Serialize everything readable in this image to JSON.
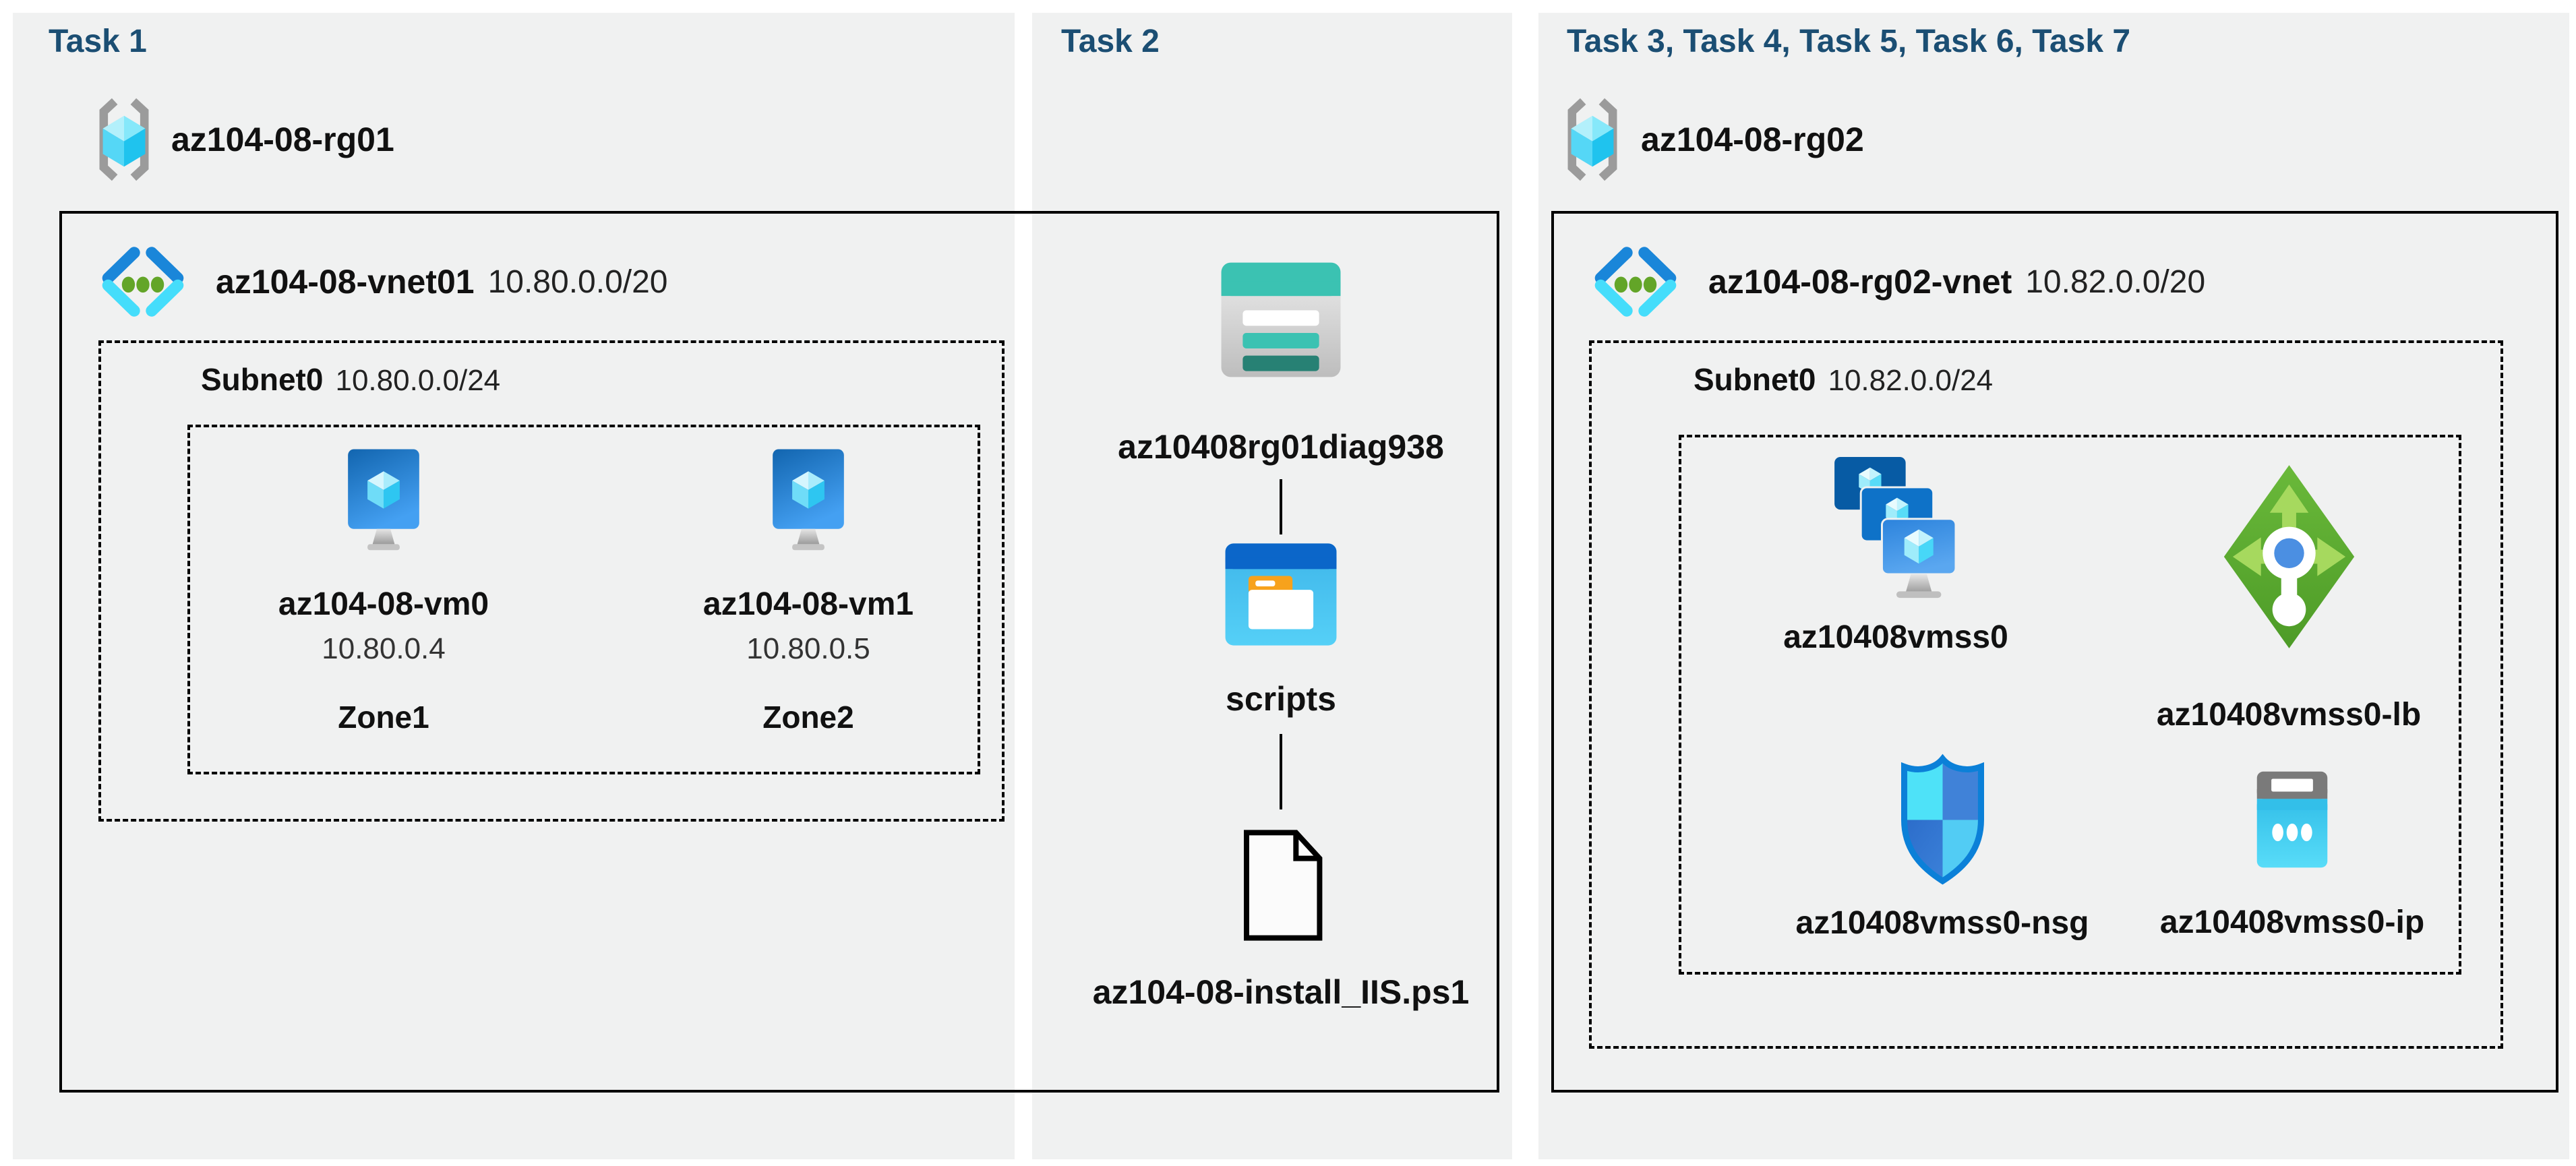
{
  "page": {
    "background": "#ffffff",
    "panel_background": "#f0f1f1",
    "title_color": "#1b4e73",
    "box_border_color": "#000000"
  },
  "task1": {
    "title": "Task 1",
    "resource_group": "az104-08-rg01",
    "vnet_name": "az104-08-vnet01",
    "vnet_cidr": "10.80.0.0/20",
    "subnet_name": "Subnet0",
    "subnet_cidr": "10.80.0.0/24",
    "vms": [
      {
        "name": "az104-08-vm0",
        "ip": "10.80.0.4",
        "zone": "Zone1"
      },
      {
        "name": "az104-08-vm1",
        "ip": "10.80.0.5",
        "zone": "Zone2"
      }
    ]
  },
  "task2": {
    "title": "Task 2",
    "storage_account": "az10408rg01diag938",
    "folder": "scripts",
    "script_file": "az104-08-install_IIS.ps1"
  },
  "task3": {
    "title": "Task 3, Task 4, Task 5, Task 6, Task 7",
    "resource_group": "az104-08-rg02",
    "vnet_name": "az104-08-rg02-vnet",
    "vnet_cidr": "10.82.0.0/20",
    "subnet_name": "Subnet0",
    "subnet_cidr": "10.82.0.0/24",
    "vmss": "az10408vmss0",
    "load_balancer": "az10408vmss0-lb",
    "nsg": "az10408vmss0-nsg",
    "public_ip": "az10408vmss0-ip"
  },
  "colors": {
    "vnet_blue": "#1a86d9",
    "vnet_cyan": "#45ddfb",
    "vnet_green": "#63a528",
    "storage_teal": "#3bc2b2",
    "storage_dark_teal": "#278174",
    "folder_titlebar_blue": "#0b66c9",
    "folder_body_blue": "#47c2f2",
    "folder_tab_orange": "#f7a21c",
    "vm_blue": "#1668b4",
    "cube_cyan": "#2ec6f1",
    "lb_green": "#58a82e",
    "lb_arrow_green": "#a6d95e",
    "nsg_border_blue": "#0b80d8",
    "ip_gray": "#7a7a7a",
    "ip_cyan": "#33bfe9"
  }
}
